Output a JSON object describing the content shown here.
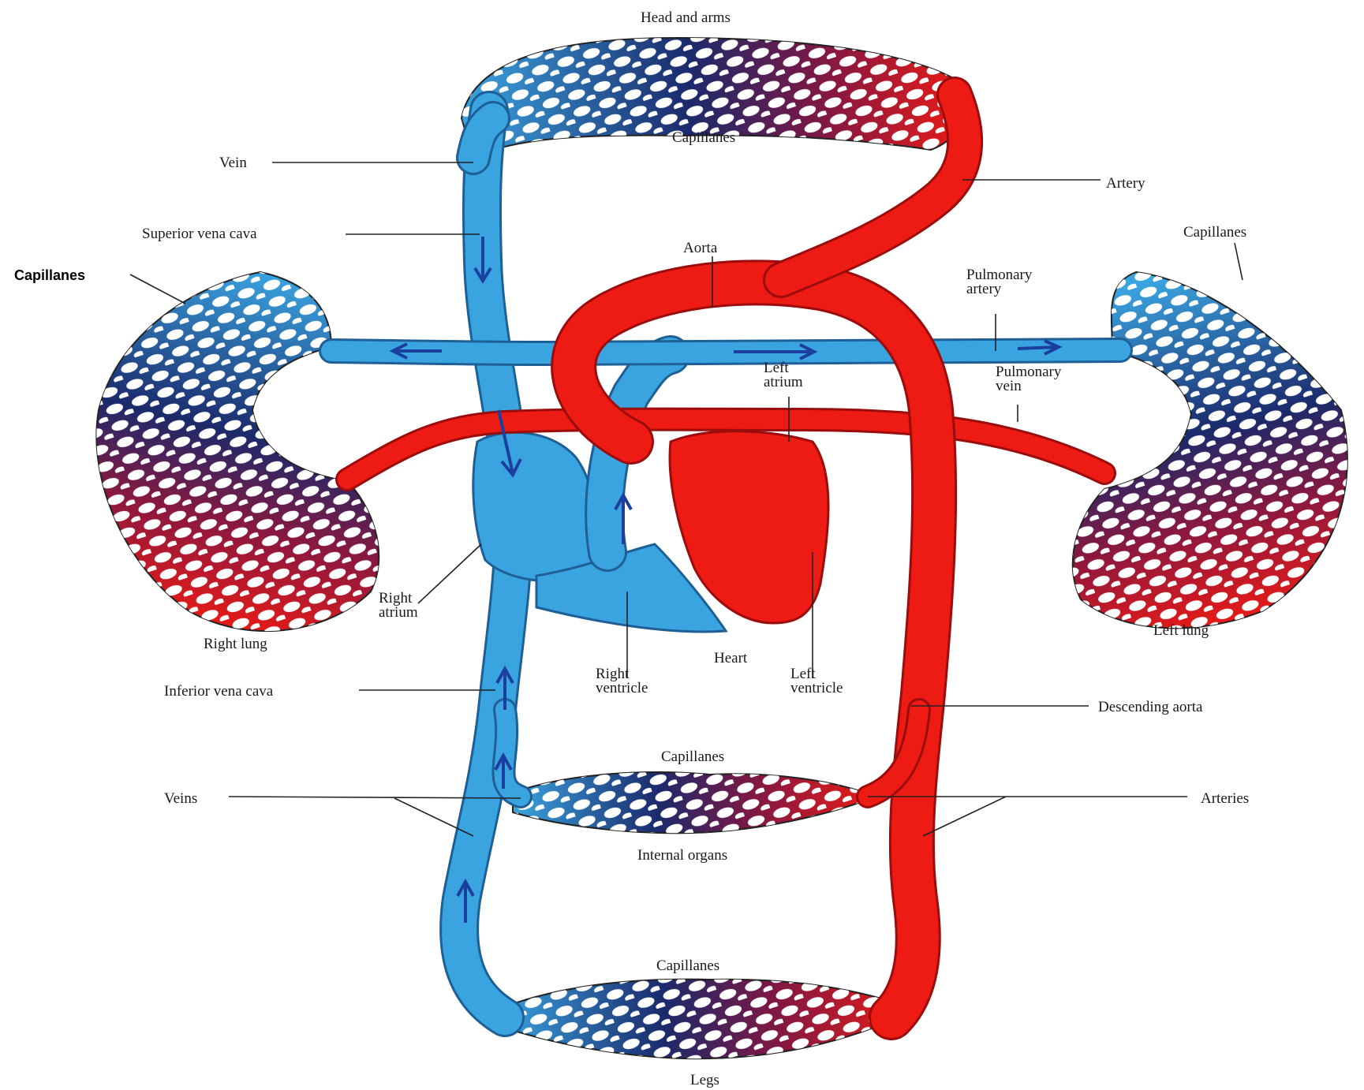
{
  "labels": {
    "head_and_arms": "Head and arms",
    "capillaries_top": "Capillanes",
    "vein": "Vein",
    "artery": "Artery",
    "superior_vena_cava": "Superior vena cava",
    "aorta": "Aorta",
    "capillaries_right_lung": "Capillanes",
    "capillaries_left_lung": "Capillanes",
    "pulmonary_artery": "Pulmonary artery",
    "left_atrium": "Left atrium",
    "pulmonary_vein": "Pulmonary vein",
    "right_atrium": "Right atrium",
    "right_lung": "Right lung",
    "left_lung": "Left lung",
    "heart": "Heart",
    "inferior_vena_cava": "Inferior vena cava",
    "right_ventricle": "Right ventricle",
    "left_ventricle": "Left ventricle",
    "descending_aorta": "Descending aorta",
    "capillaries_internal": "Capillanes",
    "veins": "Veins",
    "arteries": "Arteries",
    "internal_organs": "Internal organs",
    "capillaries_legs": "Capillanes",
    "legs": "Legs"
  },
  "colors": {
    "deoxygenated_blood": "#3aa4e0",
    "deep_blue_capillary": "#1b2a6b",
    "oxygenated_blood": "#ee1b14",
    "outline": "#222222",
    "background": "#ffffff"
  }
}
